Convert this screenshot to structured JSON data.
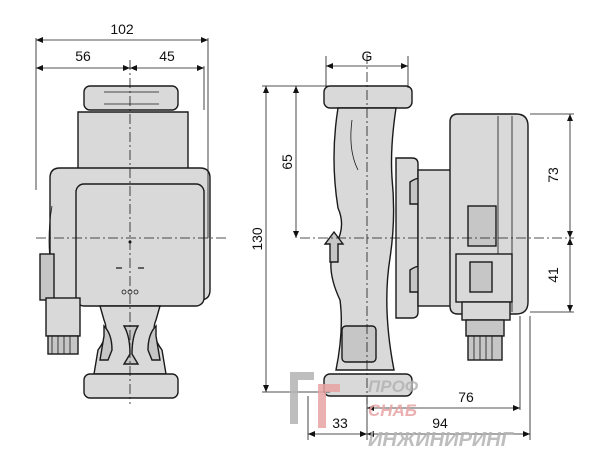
{
  "dimensions": {
    "total_width": "102",
    "left_half": "56",
    "right_half": "45",
    "connection": "G",
    "height_upper": "65",
    "height_total": "130",
    "motor_upper": "73",
    "motor_lower": "41",
    "depth_left": "33",
    "depth_mid": "76",
    "depth_total": "94"
  },
  "watermark": {
    "line1": "ПРОФ",
    "line2": "СНАБ",
    "line3": "ИНЖИНИРИНГ",
    "color_red": "#e8a3a3",
    "color_grey": "#b3b3b3"
  }
}
